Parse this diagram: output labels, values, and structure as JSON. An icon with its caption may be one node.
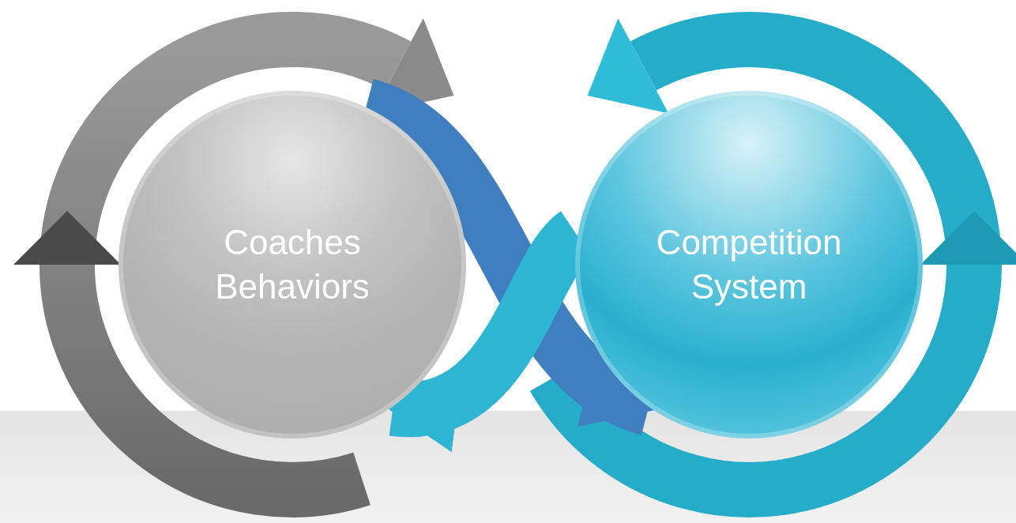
{
  "diagram": {
    "nodes": [
      {
        "text": [
          "Coaches Behaviors"
        ]
      },
      {
        "text": [
          "Competition System"
        ]
      }
    ],
    "edges": [
      {
        "from": 0,
        "to": 1,
        "arrow": "to",
        "color": "#3f7fc0"
      },
      {
        "from": 1,
        "to": 0,
        "arrow": "to",
        "color": "#2db6d4"
      }
    ]
  }
}
